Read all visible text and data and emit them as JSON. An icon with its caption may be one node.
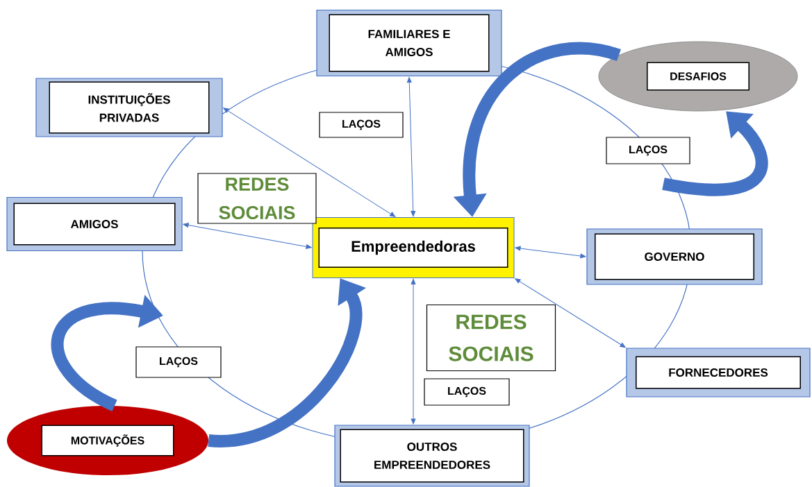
{
  "diagram": {
    "nodes": [
      {
        "text": [
          "FAMILIARES E AMIGOS"
        ]
      },
      {
        "text": [
          "INSTITUIÇÕES PRIVADAS"
        ]
      },
      {
        "text": [
          "DESAFIOS"
        ]
      },
      {
        "text": [
          "AMIGOS"
        ]
      },
      {
        "text": [
          "Empreendedoras"
        ]
      },
      {
        "text": [
          "GOVERNO"
        ]
      },
      {
        "text": [
          "FORNECEDORES"
        ]
      },
      {
        "text": [
          "MOTIVAÇÕES"
        ]
      },
      {
        "text": [
          "OUTROS EMPREENDEDORES"
        ]
      },
      {
        "text": [
          "LAÇOS"
        ]
      },
      {
        "text": [
          "REDES SOCIAIS"
        ]
      },
      {
        "text": [
          "LAÇOS"
        ]
      },
      {
        "text": [
          "LAÇOS"
        ]
      },
      {
        "text": [
          "REDES SOCIAIS"
        ]
      },
      {
        "text": [
          "LAÇOS"
        ]
      }
    ],
    "edges": [
      {
        "from": 4,
        "to": 0,
        "arrow": "both"
      },
      {
        "from": 4,
        "to": 1,
        "arrow": "both"
      },
      {
        "from": 4,
        "to": 3,
        "arrow": "both"
      },
      {
        "from": 4,
        "to": 5,
        "arrow": "both"
      },
      {
        "from": 4,
        "to": 6,
        "arrow": "both"
      },
      {
        "from": 4,
        "to": 8,
        "arrow": "both"
      },
      {
        "from": 2,
        "to": 4,
        "arrow": "to",
        "style": "thick"
      },
      {
        "from": 7,
        "to": 4,
        "arrow": "to",
        "style": "thick"
      },
      {
        "from": 7,
        "to": null,
        "arrow": "to",
        "style": "thick"
      },
      {
        "from": null,
        "to": 2,
        "arrow": "to",
        "style": "thick"
      }
    ]
  }
}
